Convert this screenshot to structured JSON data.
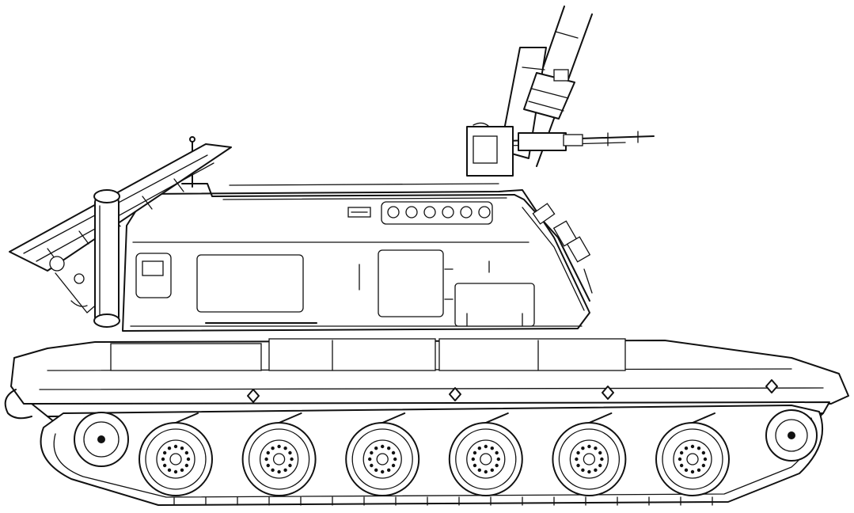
{
  "image": {
    "kind": "line-drawing",
    "subject": "self-propelled-howitzer-side-view",
    "colors": {
      "line": "#111111",
      "background": "#ffffff"
    }
  },
  "vehicle": {
    "road_wheel_count": 6
  }
}
